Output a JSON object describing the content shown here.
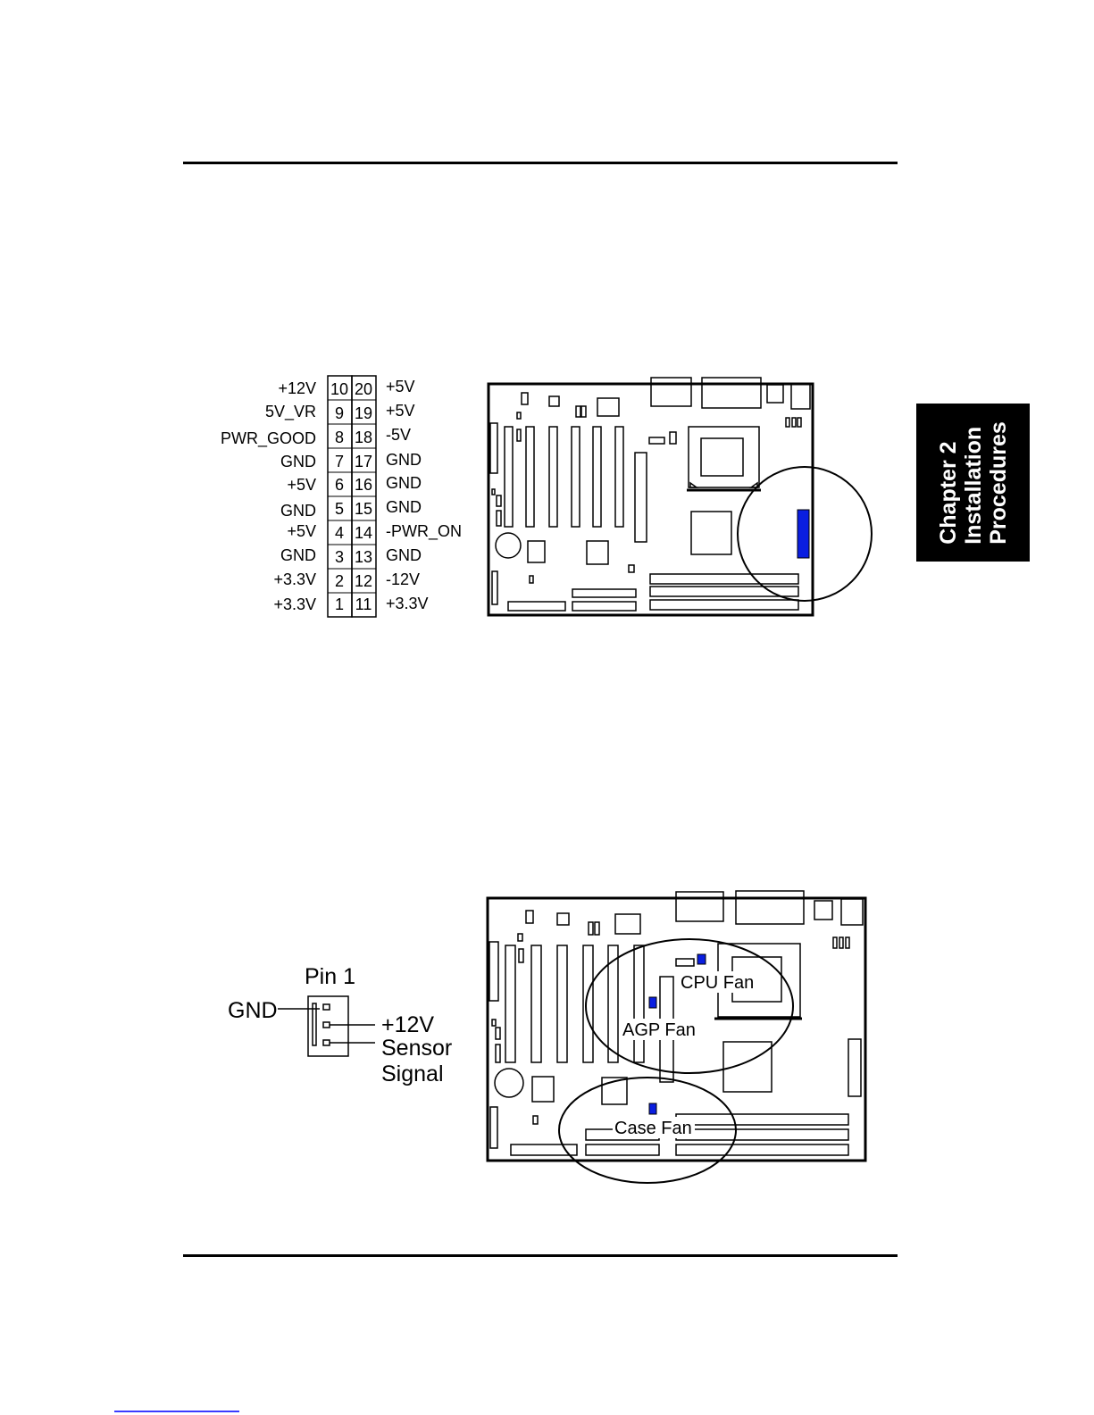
{
  "side_tab": {
    "lines": [
      "Chapter 2",
      "Installation",
      "Procedures"
    ]
  },
  "atx_power": {
    "left_labels": [
      "+12V",
      "5V_VR",
      "PWR_GOOD",
      "GND",
      "+5V",
      "GND",
      "+5V",
      "GND",
      "+3.3V",
      "+3.3V"
    ],
    "left_pins": [
      "10",
      "9",
      "8",
      "7",
      "6",
      "5",
      "4",
      "3",
      "2",
      "1"
    ],
    "right_pins": [
      "20",
      "19",
      "18",
      "17",
      "16",
      "15",
      "14",
      "13",
      "12",
      "11"
    ],
    "right_labels": [
      "+5V",
      "+5V",
      "-5V",
      "GND",
      "GND",
      "GND",
      "-PWR_ON",
      "GND",
      "-12V",
      "+3.3V"
    ]
  },
  "fan_header": {
    "pin1": "Pin 1",
    "gnd": "GND",
    "v12": "+12V",
    "sensor_line1": "Sensor",
    "sensor_line2": "Signal"
  },
  "board2_labels": {
    "cpu_fan": "CPU Fan",
    "agp_fan": "AGP Fan",
    "case_fan": "Case Fan"
  },
  "colors": {
    "highlight": "#0a1ee0",
    "ink": "#000000"
  }
}
